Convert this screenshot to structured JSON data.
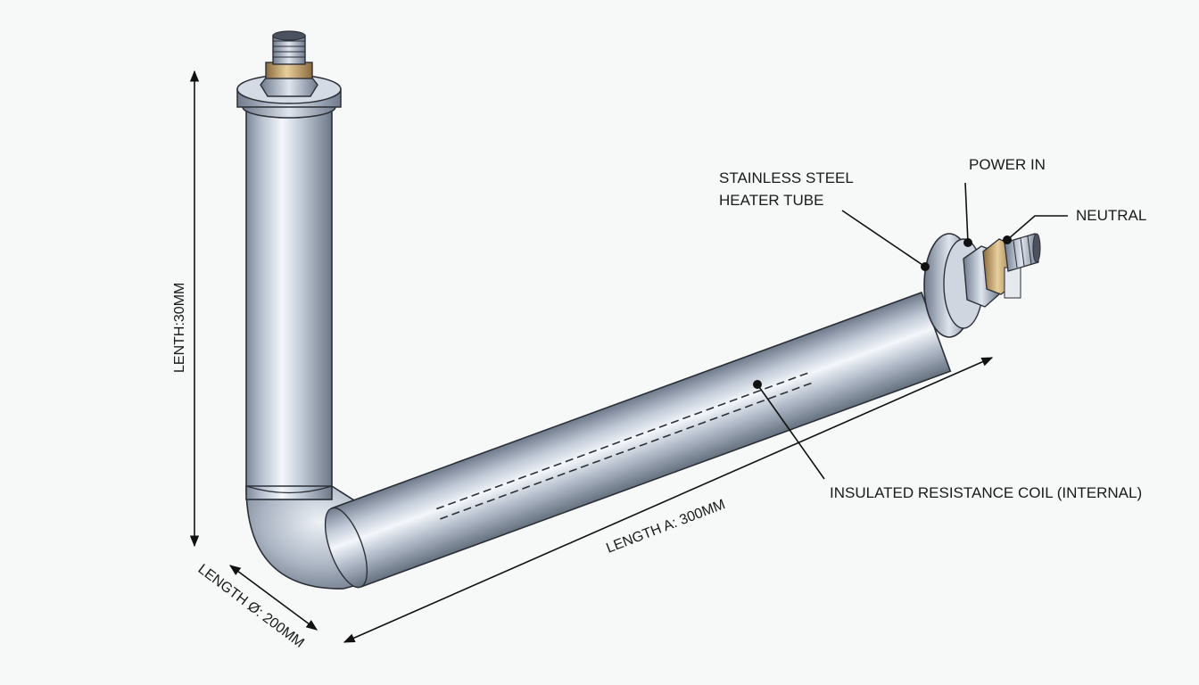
{
  "labels": {
    "heater_tube_line1": "STAINLESS STEEL",
    "heater_tube_line2": "HEATER TUBE",
    "power_in": "POWER IN",
    "neutral": "NEUTRAL",
    "resistance_coil": "INSULATED RESISTANCE COIL (INTERNAL)"
  },
  "dimensions": {
    "vertical_length": "LENTH:30MM",
    "length_a": "LENGTH A: 300MM",
    "length_diameter": "LENGTH Ø: 200MM"
  },
  "colors": {
    "background": "#f7f8f8",
    "tube_steel": "#a9b4c4",
    "outline": "#2b2f36",
    "brass": "#c8a574"
  }
}
